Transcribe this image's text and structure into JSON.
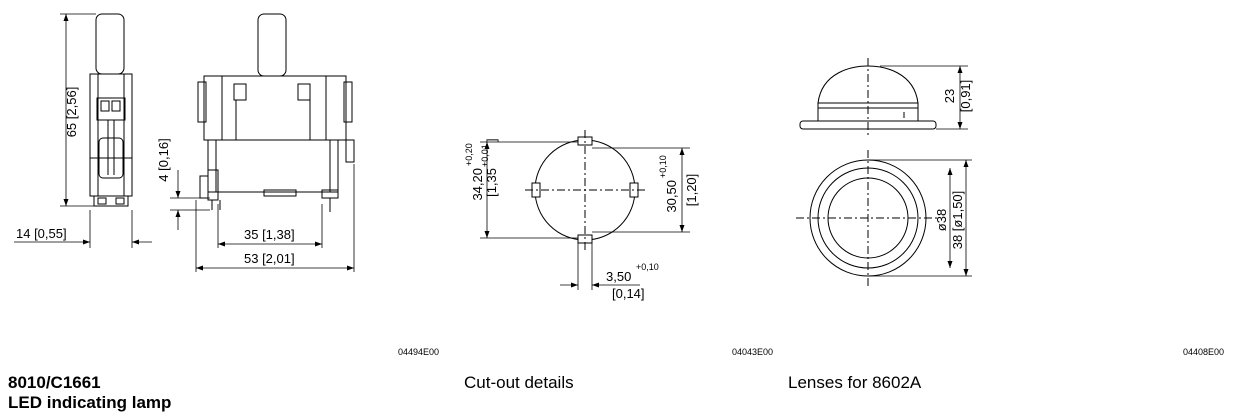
{
  "drawing1": {
    "dims": {
      "height": "65 [2,56]",
      "depth": "14 [0,55]",
      "small": "4 [0,16]",
      "inner_width": "35 [1,38]",
      "overall_width": "53 [2,01]"
    },
    "code": "04494E00",
    "title": "8010/C1661",
    "subtitle": "LED indicating lamp"
  },
  "drawing2": {
    "dims": {
      "height_main": "34,20",
      "height_tol": "+0,20",
      "height_inch": "[1,35",
      "height_inch_tol": "+0,01",
      "height_inch_end": "]",
      "width_main": "30,50",
      "width_tol": "+0,10",
      "width_inch": "[1,20]",
      "slot_main": "3,50",
      "slot_tol": "+0,10",
      "slot_inch": "[0,14]"
    },
    "code": "04043E00",
    "caption": "Cut-out details"
  },
  "drawing3": {
    "dims": {
      "height_mm": "23",
      "height_inch": "[0,91]",
      "dia_inner": "ø38",
      "dia_outer": "38 [ø1,50]"
    },
    "code": "04408E00",
    "caption": "Lenses for 8602A"
  }
}
